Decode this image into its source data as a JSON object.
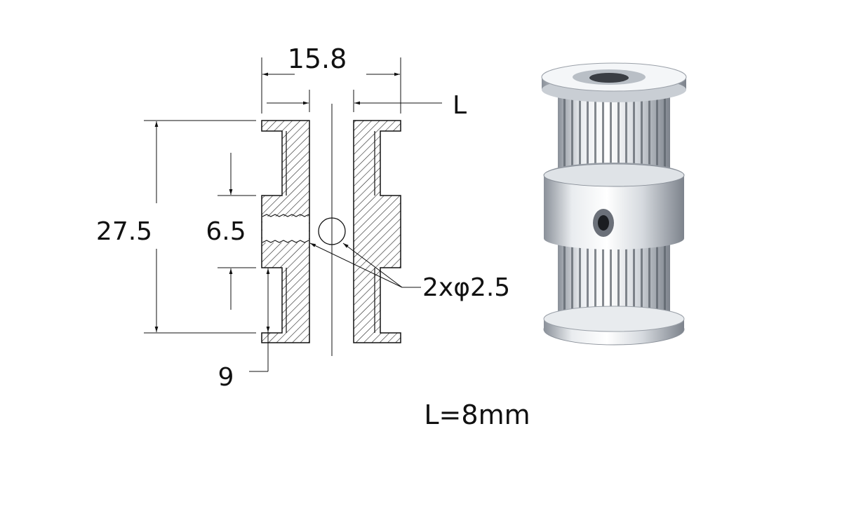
{
  "dimensions": {
    "width_label": "15.8",
    "height_label": "27.5",
    "collar_label": "6.5",
    "flange_label": "9",
    "bore_label": "L",
    "holes_label": "2xφ2.5"
  },
  "note": "L=8mm",
  "colors": {
    "line": "#111111",
    "metal_light": "#f2f4f6",
    "metal_dark": "#6b7079"
  }
}
